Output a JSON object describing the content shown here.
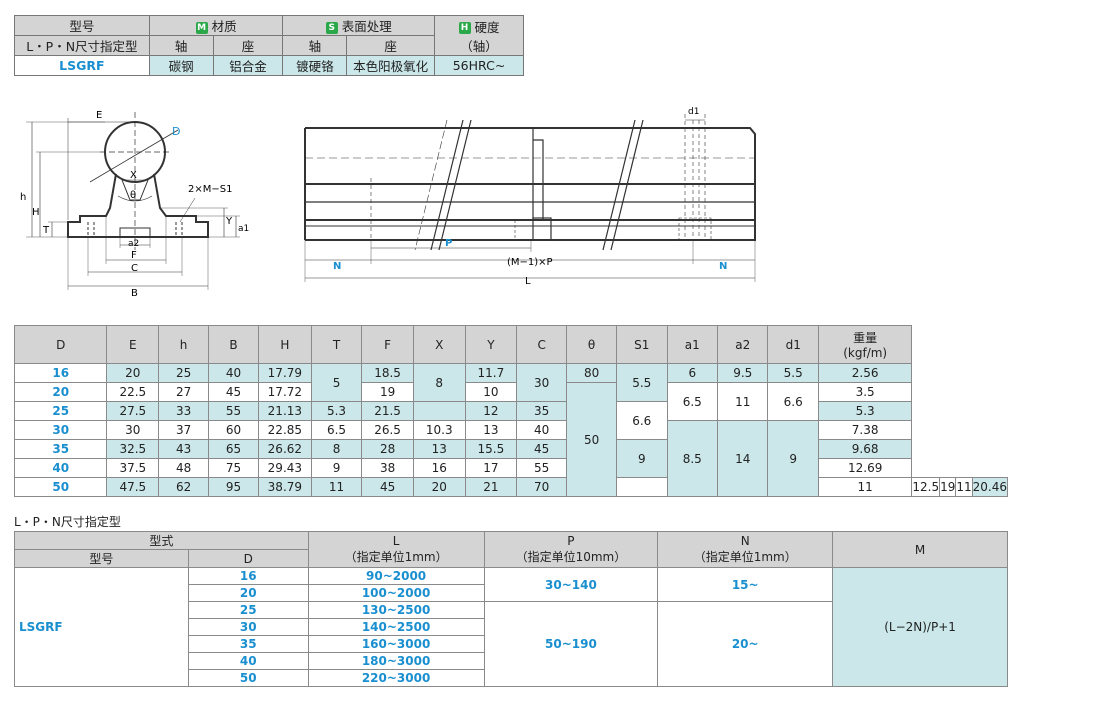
{
  "material_table": {
    "h_type": "型号",
    "h_lpn": "L・P・N尺寸指定型",
    "h_material": "材质",
    "h_material_badge": "M",
    "h_surface": "表面处理",
    "h_surface_badge": "S",
    "h_hardness": "硬度",
    "h_hardness_badge": "H",
    "h_hardness_sub": "（轴）",
    "h_shaft1": "轴",
    "h_seat1": "座",
    "h_shaft2": "轴",
    "h_seat2": "座",
    "model": "LSGRF",
    "mat_shaft": "碳钢",
    "mat_seat": "铝合金",
    "surf_shaft": "镀硬铬",
    "surf_seat": "本色阳极氧化",
    "hardness": "56HRC~"
  },
  "drawing": {
    "E": "E",
    "D": "D",
    "X": "X",
    "theta": "θ",
    "M_S1": "2×M−S1",
    "h": "h",
    "H": "H",
    "T": "T",
    "Y": "Y",
    "a1": "a1",
    "a2": "a2",
    "F": "F",
    "C": "C",
    "B": "B",
    "d1": "d1",
    "P": "P",
    "N_left": "N",
    "N_right": "N",
    "MP": "(M−1)×P",
    "L": "L"
  },
  "dim_table": {
    "headers": [
      "D",
      "E",
      "h",
      "B",
      "H",
      "T",
      "F",
      "X",
      "Y",
      "C",
      "θ",
      "S1",
      "a1",
      "a2",
      "d1",
      "重量",
      "(kgf/m)"
    ],
    "rows": [
      {
        "D": "16",
        "E": "20",
        "h": "25",
        "B": "40",
        "H": "17.79",
        "T": "5",
        "F": "18.5",
        "X": "8",
        "Y": "11.7",
        "C": "30",
        "theta": "80",
        "S1": "5.5",
        "a1": "6",
        "a2": "9.5",
        "d1": "5.5",
        "W": "2.56"
      },
      {
        "D": "20",
        "E": "22.5",
        "h": "27",
        "B": "45",
        "H": "17.72",
        "F": "19",
        "Y": "10",
        "a1": "6.5",
        "a2": "11",
        "d1": "6.6",
        "W": "3.5"
      },
      {
        "D": "25",
        "E": "27.5",
        "h": "33",
        "B": "55",
        "H": "21.13",
        "T": "5.3",
        "F": "21.5",
        "Y": "12",
        "C": "35",
        "theta": "50",
        "S1": "6.6",
        "W": "5.3"
      },
      {
        "D": "30",
        "E": "30",
        "h": "37",
        "B": "60",
        "H": "22.85",
        "T": "6.5",
        "F": "26.5",
        "X": "10.3",
        "Y": "13",
        "C": "40",
        "W": "7.38"
      },
      {
        "D": "35",
        "E": "32.5",
        "h": "43",
        "B": "65",
        "H": "26.62",
        "T": "8",
        "F": "28",
        "X": "13",
        "Y": "15.5",
        "C": "45",
        "S1": "9",
        "a1": "8.5",
        "a2": "14",
        "d1": "9",
        "W": "9.68"
      },
      {
        "D": "40",
        "E": "37.5",
        "h": "48",
        "B": "75",
        "H": "29.43",
        "T": "9",
        "F": "38",
        "X": "16",
        "Y": "17",
        "C": "55",
        "W": "12.69"
      },
      {
        "D": "50",
        "E": "47.5",
        "h": "62",
        "B": "95",
        "H": "38.79",
        "T": "11",
        "F": "45",
        "X": "20",
        "Y": "21",
        "C": "70",
        "S1": "11",
        "a1": "12.5",
        "a2": "19",
        "d1": "11",
        "W": "20.46"
      }
    ]
  },
  "lpn_title": "L・P・N尺寸指定型",
  "lpn_table": {
    "h_form": "型式",
    "h_model": "型号",
    "h_D": "D",
    "h_L": "L",
    "h_L_sub": "（指定单位1mm）",
    "h_P": "P",
    "h_P_sub": "（指定单位10mm）",
    "h_N": "N",
    "h_N_sub": "（指定单位1mm）",
    "h_M": "M",
    "model": "LSGRF",
    "rows": [
      {
        "D": "16",
        "L": "90~2000"
      },
      {
        "D": "20",
        "L": "100~2000"
      },
      {
        "D": "25",
        "L": "130~2500"
      },
      {
        "D": "30",
        "L": "140~2500"
      },
      {
        "D": "35",
        "L": "160~3000"
      },
      {
        "D": "40",
        "L": "180~3000"
      },
      {
        "D": "50",
        "L": "220~3000"
      }
    ],
    "P1": "30~140",
    "P2": "50~190",
    "N1": "15~",
    "N2": "20~",
    "M": "(L−2N)/P+1"
  }
}
